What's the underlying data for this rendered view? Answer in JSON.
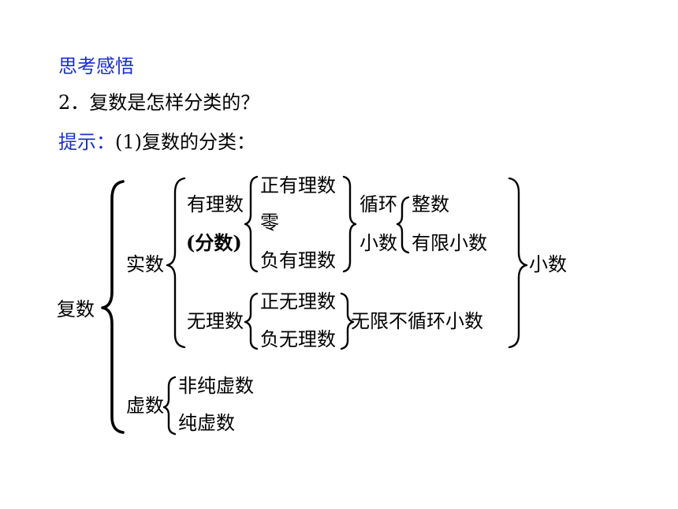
{
  "heading": "思考感悟",
  "question": "2．复数是怎样分类的？",
  "hint": {
    "label": "提示：",
    "text": "(1)复数的分类："
  },
  "tree": {
    "complex": "复数",
    "real": "实数",
    "rational_line1": "有理数",
    "rational_line2": "(分数)",
    "pos_rational": "正有理数",
    "zero": "零",
    "neg_rational": "负有理数",
    "cyclic_line1": "循环",
    "cyclic_line2": "小数",
    "integer": "整数",
    "finite_decimal": "有限小数",
    "irrational": "无理数",
    "pos_irrational": "正无理数",
    "neg_irrational": "负无理数",
    "nonrepeating": "无限不循环小数",
    "decimal": "小数",
    "imaginary": "虚数",
    "nonpure_imag": "非纯虚数",
    "pure_imag": "纯虚数"
  }
}
